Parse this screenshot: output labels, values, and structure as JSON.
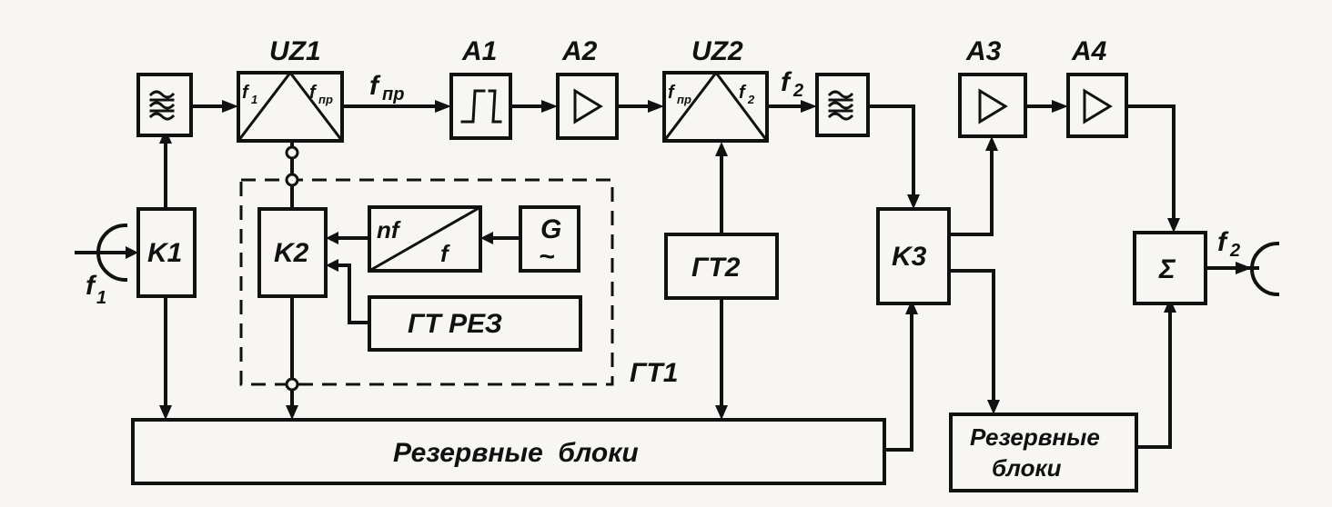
{
  "labels": {
    "uz1": "UZ1",
    "a1": "A1",
    "a2": "A2",
    "uz2": "UZ2",
    "a3": "A3",
    "a4": "A4",
    "k1": "K1",
    "k2": "K2",
    "k3": "K3",
    "gt2": "ГТ2",
    "gt1": "ГТ1",
    "gt_rez": "ГТ РЕЗ",
    "gen": "G",
    "gen_wave": "~",
    "mult_top": "nf",
    "mult_bottom": "f",
    "sum": "Σ",
    "reserve_main": "Резервные  блоки",
    "reserve_right_1": "Резервные",
    "reserve_right_2": "блоки"
  },
  "signals": {
    "f1_in": "f",
    "f1_in_sub": "1",
    "fpr_mid": "f",
    "fpr_mid_sub": "пр",
    "f2_mid": "f",
    "f2_mid_sub": "2",
    "f2_out": "f",
    "f2_out_sub": "2",
    "uz1_in": "f",
    "uz1_in_sub": "1",
    "uz1_out": "f",
    "uz1_out_sub": "пр",
    "uz2_in": "f",
    "uz2_in_sub": "пр",
    "uz2_out": "f",
    "uz2_out_sub": "2"
  }
}
